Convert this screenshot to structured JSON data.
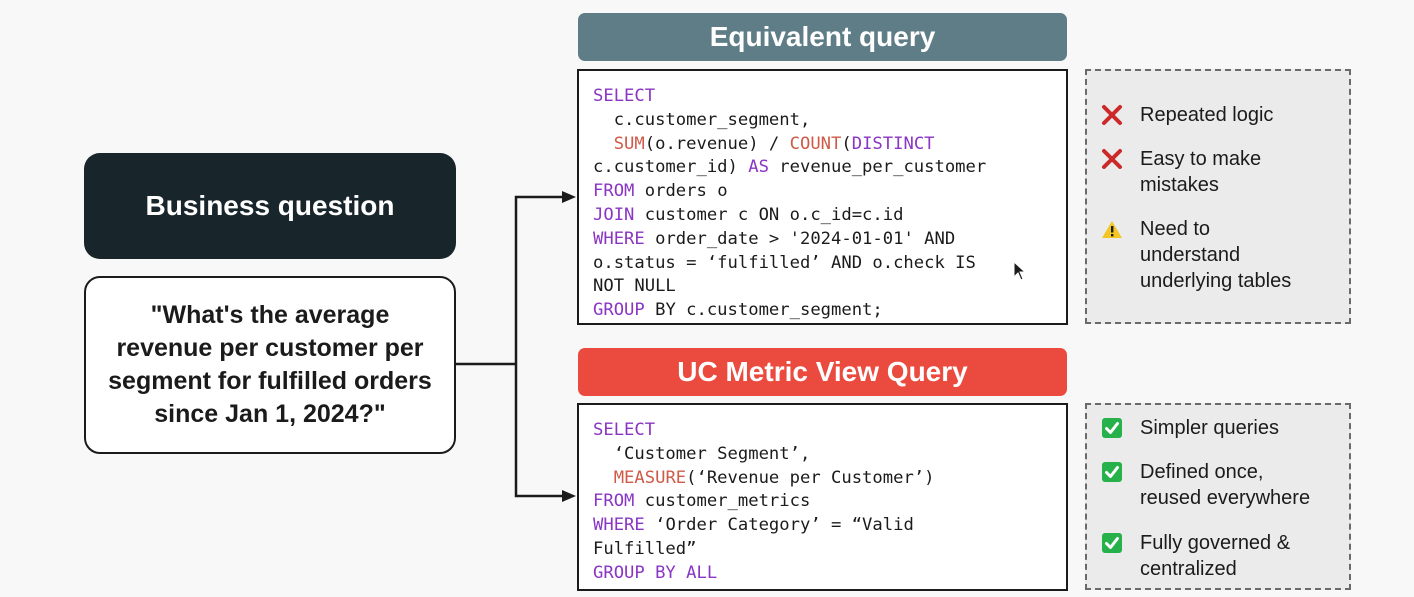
{
  "business_question": {
    "title": "Business question",
    "text": "\"What's the average revenue per customer per segment for fulfilled orders since Jan 1, 2024?\""
  },
  "equivalent_query": {
    "title": "Equivalent query",
    "lines": [
      [
        {
          "t": "SELECT",
          "c": "kw"
        }
      ],
      [
        {
          "t": "  c.customer_segment,",
          "c": ""
        }
      ],
      [
        {
          "t": "  ",
          "c": ""
        },
        {
          "t": "SUM",
          "c": "fn"
        },
        {
          "t": "(o.revenue) / ",
          "c": ""
        },
        {
          "t": "COUNT",
          "c": "fn"
        },
        {
          "t": "(",
          "c": ""
        },
        {
          "t": "DISTINCT",
          "c": "kw"
        }
      ],
      [
        {
          "t": "c.customer_id) ",
          "c": ""
        },
        {
          "t": "AS",
          "c": "kw"
        },
        {
          "t": " revenue_per_customer",
          "c": ""
        }
      ],
      [
        {
          "t": "FROM",
          "c": "kw"
        },
        {
          "t": " orders o",
          "c": ""
        }
      ],
      [
        {
          "t": "JOIN",
          "c": "kw"
        },
        {
          "t": " customer c ON o.c_id=c.id",
          "c": ""
        }
      ],
      [
        {
          "t": "WHERE",
          "c": "kw"
        },
        {
          "t": " order_date > '2024-01-01' AND",
          "c": ""
        }
      ],
      [
        {
          "t": "o.status = ‘fulfilled’ AND o.check IS",
          "c": ""
        }
      ],
      [
        {
          "t": "NOT NULL",
          "c": ""
        }
      ],
      [
        {
          "t": "GROUP",
          "c": "kw"
        },
        {
          "t": " BY c.customer_segment;",
          "c": ""
        }
      ]
    ],
    "notes": [
      {
        "icon": "cross-icon",
        "text": "Repeated logic"
      },
      {
        "icon": "cross-icon",
        "text": "Easy to make\nmistakes"
      },
      {
        "icon": "warning-icon",
        "text": "Need to\nunderstand\nunderlying tables"
      }
    ]
  },
  "metric_view_query": {
    "title": "UC Metric View Query",
    "lines": [
      [
        {
          "t": "SELECT",
          "c": "kw"
        }
      ],
      [
        {
          "t": "  ‘Customer Segment’,",
          "c": ""
        }
      ],
      [
        {
          "t": "  ",
          "c": ""
        },
        {
          "t": "MEASURE",
          "c": "fn"
        },
        {
          "t": "(‘Revenue per Customer’)",
          "c": ""
        }
      ],
      [
        {
          "t": "FROM",
          "c": "kw"
        },
        {
          "t": " customer_metrics",
          "c": ""
        }
      ],
      [
        {
          "t": "WHERE",
          "c": "kw"
        },
        {
          "t": " ‘Order Category’ = “Valid",
          "c": ""
        }
      ],
      [
        {
          "t": "Fulfilled”",
          "c": ""
        }
      ],
      [
        {
          "t": "GROUP BY ALL",
          "c": "kw"
        }
      ]
    ],
    "notes": [
      {
        "icon": "check-box-icon",
        "text": "Simpler queries"
      },
      {
        "icon": "check-box-icon",
        "text": "Defined once,\nreused everywhere"
      },
      {
        "icon": "check-box-icon",
        "text": "Fully governed &\ncentralized"
      }
    ]
  },
  "colors": {
    "dark_header": "#18262b",
    "teal_header": "#5f7d86",
    "red_header": "#eb4a3f",
    "keyword": "#8a35c4",
    "function": "#cf5a47",
    "cross": "#cc2a2a",
    "warning": "#f3c623",
    "check": "#27b14a"
  }
}
